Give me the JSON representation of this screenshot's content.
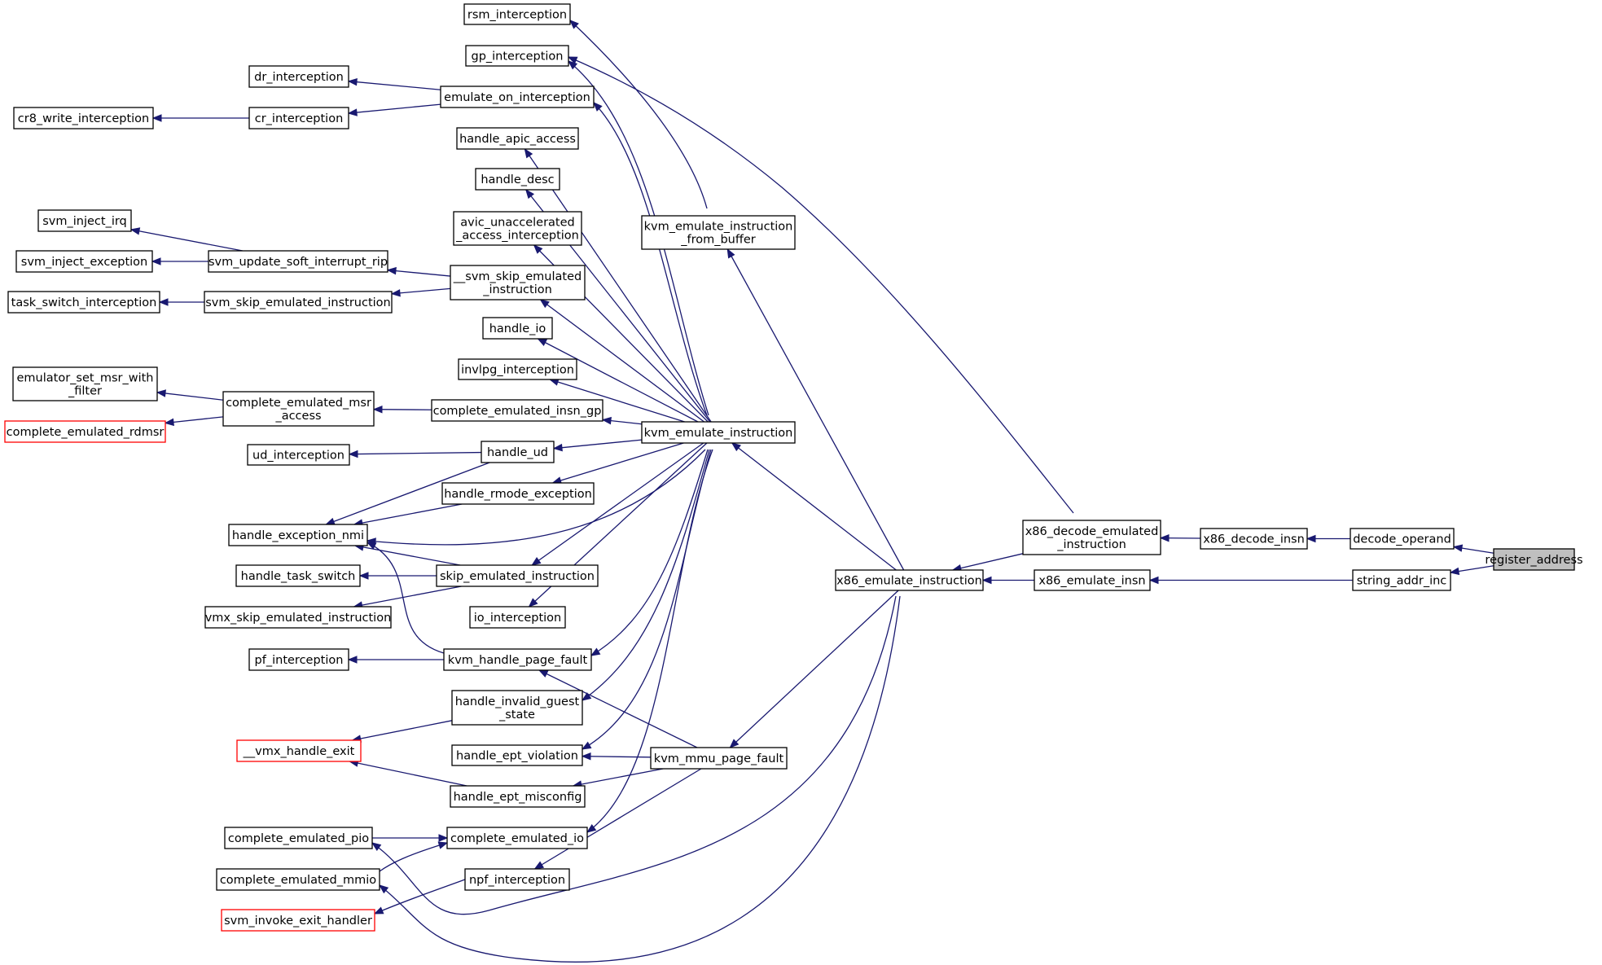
{
  "colors": {
    "edge": "#191970",
    "node_border": "#000000",
    "node_border_red": "#ff0000",
    "focus_fill": "#bfbfbf"
  },
  "nodes": [
    {
      "id": "register_address",
      "lines": [
        "register_address"
      ],
      "style": "focus"
    },
    {
      "id": "decode_operand",
      "lines": [
        "decode_operand"
      ]
    },
    {
      "id": "string_addr_inc",
      "lines": [
        "string_addr_inc"
      ]
    },
    {
      "id": "x86_decode_insn",
      "lines": [
        "x86_decode_insn"
      ]
    },
    {
      "id": "x86_decode_emulated_instruction",
      "lines": [
        "x86_decode_emulated",
        "_instruction"
      ]
    },
    {
      "id": "x86_emulate_insn",
      "lines": [
        "x86_emulate_insn"
      ]
    },
    {
      "id": "x86_emulate_instruction",
      "lines": [
        "x86_emulate_instruction"
      ]
    },
    {
      "id": "kvm_emulate_instruction",
      "lines": [
        "kvm_emulate_instruction"
      ]
    },
    {
      "id": "kvm_emulate_instruction_from_buffer",
      "lines": [
        "kvm_emulate_instruction",
        "_from_buffer"
      ]
    },
    {
      "id": "kvm_mmu_page_fault",
      "lines": [
        "kvm_mmu_page_fault"
      ]
    },
    {
      "id": "rsm_interception",
      "lines": [
        "rsm_interception"
      ]
    },
    {
      "id": "gp_interception",
      "lines": [
        "gp_interception"
      ]
    },
    {
      "id": "emulate_on_interception",
      "lines": [
        "emulate_on_interception"
      ]
    },
    {
      "id": "dr_interception",
      "lines": [
        "dr_interception"
      ]
    },
    {
      "id": "cr_interception",
      "lines": [
        "cr_interception"
      ]
    },
    {
      "id": "cr8_write_interception",
      "lines": [
        "cr8_write_interception"
      ]
    },
    {
      "id": "handle_apic_access",
      "lines": [
        "handle_apic_access"
      ]
    },
    {
      "id": "handle_desc",
      "lines": [
        "handle_desc"
      ]
    },
    {
      "id": "avic_unaccelerated_access_interception",
      "lines": [
        "avic_unaccelerated",
        "_access_interception"
      ]
    },
    {
      "id": "svm_skip_emulated_instruction_2",
      "lines": [
        "__svm_skip_emulated",
        "_instruction"
      ]
    },
    {
      "id": "svm_update_soft_interrupt_rip",
      "lines": [
        "svm_update_soft_interrupt_rip"
      ]
    },
    {
      "id": "svm_inject_irq",
      "lines": [
        "svm_inject_irq"
      ]
    },
    {
      "id": "svm_inject_exception",
      "lines": [
        "svm_inject_exception"
      ]
    },
    {
      "id": "svm_skip_emulated_instruction",
      "lines": [
        "svm_skip_emulated_instruction"
      ]
    },
    {
      "id": "task_switch_interception",
      "lines": [
        "task_switch_interception"
      ]
    },
    {
      "id": "handle_io",
      "lines": [
        "handle_io"
      ]
    },
    {
      "id": "invlpg_interception",
      "lines": [
        "invlpg_interception"
      ]
    },
    {
      "id": "complete_emulated_insn_gp",
      "lines": [
        "complete_emulated_insn_gp"
      ]
    },
    {
      "id": "complete_emulated_msr_access",
      "lines": [
        "complete_emulated_msr",
        "_access"
      ]
    },
    {
      "id": "emulator_set_msr_with_filter",
      "lines": [
        "emulator_set_msr_with",
        "_filter"
      ]
    },
    {
      "id": "complete_emulated_rdmsr",
      "lines": [
        "complete_emulated_rdmsr"
      ],
      "style": "red"
    },
    {
      "id": "handle_ud",
      "lines": [
        "handle_ud"
      ]
    },
    {
      "id": "ud_interception",
      "lines": [
        "ud_interception"
      ]
    },
    {
      "id": "handle_rmode_exception",
      "lines": [
        "handle_rmode_exception"
      ]
    },
    {
      "id": "handle_exception_nmi",
      "lines": [
        "handle_exception_nmi"
      ]
    },
    {
      "id": "skip_emulated_instruction",
      "lines": [
        "skip_emulated_instruction"
      ]
    },
    {
      "id": "handle_task_switch",
      "lines": [
        "handle_task_switch"
      ]
    },
    {
      "id": "vmx_skip_emulated_instruction",
      "lines": [
        "vmx_skip_emulated_instruction"
      ]
    },
    {
      "id": "io_interception",
      "lines": [
        "io_interception"
      ]
    },
    {
      "id": "kvm_handle_page_fault",
      "lines": [
        "kvm_handle_page_fault"
      ]
    },
    {
      "id": "pf_interception",
      "lines": [
        "pf_interception"
      ]
    },
    {
      "id": "handle_invalid_guest_state",
      "lines": [
        "handle_invalid_guest",
        "_state"
      ]
    },
    {
      "id": "vmx_handle_exit",
      "lines": [
        "__vmx_handle_exit"
      ],
      "style": "red"
    },
    {
      "id": "handle_ept_violation",
      "lines": [
        "handle_ept_violation"
      ]
    },
    {
      "id": "handle_ept_misconfig",
      "lines": [
        "handle_ept_misconfig"
      ]
    },
    {
      "id": "complete_emulated_io",
      "lines": [
        "complete_emulated_io"
      ]
    },
    {
      "id": "complete_emulated_pio",
      "lines": [
        "complete_emulated_pio"
      ]
    },
    {
      "id": "complete_emulated_mmio",
      "lines": [
        "complete_emulated_mmio"
      ]
    },
    {
      "id": "npf_interception",
      "lines": [
        "npf_interception"
      ]
    },
    {
      "id": "svm_invoke_exit_handler",
      "lines": [
        "svm_invoke_exit_handler"
      ],
      "style": "red"
    }
  ],
  "edges": [
    [
      "decode_operand",
      "register_address"
    ],
    [
      "string_addr_inc",
      "register_address"
    ],
    [
      "x86_decode_insn",
      "decode_operand"
    ],
    [
      "x86_emulate_insn",
      "string_addr_inc"
    ],
    [
      "x86_decode_emulated_instruction",
      "x86_decode_insn"
    ],
    [
      "x86_emulate_instruction",
      "x86_decode_emulated_instruction"
    ],
    [
      "gp_interception",
      "x86_decode_emulated_instruction"
    ],
    [
      "x86_emulate_instruction",
      "x86_emulate_insn"
    ],
    [
      "kvm_emulate_instruction",
      "x86_emulate_instruction"
    ],
    [
      "kvm_emulate_instruction_from_buffer",
      "x86_emulate_instruction"
    ],
    [
      "kvm_mmu_page_fault",
      "x86_emulate_instruction"
    ],
    [
      "complete_emulated_pio",
      "x86_emulate_instruction"
    ],
    [
      "complete_emulated_mmio",
      "x86_emulate_instruction"
    ],
    [
      "rsm_interception",
      "kvm_emulate_instruction_from_buffer"
    ],
    [
      "gp_interception",
      "kvm_emulate_instruction"
    ],
    [
      "emulate_on_interception",
      "kvm_emulate_instruction"
    ],
    [
      "handle_apic_access",
      "kvm_emulate_instruction"
    ],
    [
      "handle_desc",
      "kvm_emulate_instruction"
    ],
    [
      "avic_unaccelerated_access_interception",
      "kvm_emulate_instruction"
    ],
    [
      "svm_skip_emulated_instruction_2",
      "kvm_emulate_instruction"
    ],
    [
      "handle_io",
      "kvm_emulate_instruction"
    ],
    [
      "invlpg_interception",
      "kvm_emulate_instruction"
    ],
    [
      "complete_emulated_insn_gp",
      "kvm_emulate_instruction"
    ],
    [
      "handle_ud",
      "kvm_emulate_instruction"
    ],
    [
      "handle_rmode_exception",
      "kvm_emulate_instruction"
    ],
    [
      "handle_exception_nmi",
      "kvm_emulate_instruction"
    ],
    [
      "skip_emulated_instruction",
      "kvm_emulate_instruction"
    ],
    [
      "io_interception",
      "kvm_emulate_instruction"
    ],
    [
      "kvm_handle_page_fault",
      "kvm_emulate_instruction"
    ],
    [
      "handle_invalid_guest_state",
      "kvm_emulate_instruction"
    ],
    [
      "handle_ept_violation",
      "kvm_emulate_instruction"
    ],
    [
      "complete_emulated_io",
      "kvm_emulate_instruction"
    ],
    [
      "dr_interception",
      "emulate_on_interception"
    ],
    [
      "cr_interception",
      "emulate_on_interception"
    ],
    [
      "cr8_write_interception",
      "cr_interception"
    ],
    [
      "svm_update_soft_interrupt_rip",
      "svm_skip_emulated_instruction_2"
    ],
    [
      "svm_skip_emulated_instruction",
      "svm_skip_emulated_instruction_2"
    ],
    [
      "svm_inject_irq",
      "svm_update_soft_interrupt_rip"
    ],
    [
      "svm_inject_exception",
      "svm_update_soft_interrupt_rip"
    ],
    [
      "task_switch_interception",
      "svm_skip_emulated_instruction"
    ],
    [
      "complete_emulated_msr_access",
      "complete_emulated_insn_gp"
    ],
    [
      "emulator_set_msr_with_filter",
      "complete_emulated_msr_access"
    ],
    [
      "complete_emulated_rdmsr",
      "complete_emulated_msr_access"
    ],
    [
      "ud_interception",
      "handle_ud"
    ],
    [
      "handle_exception_nmi",
      "handle_ud"
    ],
    [
      "handle_exception_nmi",
      "handle_rmode_exception"
    ],
    [
      "handle_exception_nmi",
      "skip_emulated_instruction"
    ],
    [
      "handle_exception_nmi",
      "kvm_handle_page_fault"
    ],
    [
      "handle_task_switch",
      "skip_emulated_instruction"
    ],
    [
      "vmx_skip_emulated_instruction",
      "skip_emulated_instruction"
    ],
    [
      "pf_interception",
      "kvm_handle_page_fault"
    ],
    [
      "kvm_handle_page_fault",
      "kvm_mmu_page_fault"
    ],
    [
      "vmx_handle_exit",
      "handle_invalid_guest_state"
    ],
    [
      "vmx_handle_exit",
      "handle_ept_misconfig"
    ],
    [
      "handle_ept_violation",
      "kvm_mmu_page_fault"
    ],
    [
      "handle_ept_misconfig",
      "kvm_mmu_page_fault"
    ],
    [
      "npf_interception",
      "kvm_mmu_page_fault"
    ],
    [
      "complete_emulated_io",
      "complete_emulated_pio"
    ],
    [
      "complete_emulated_io",
      "complete_emulated_mmio"
    ],
    [
      "svm_invoke_exit_handler",
      "npf_interception"
    ]
  ]
}
